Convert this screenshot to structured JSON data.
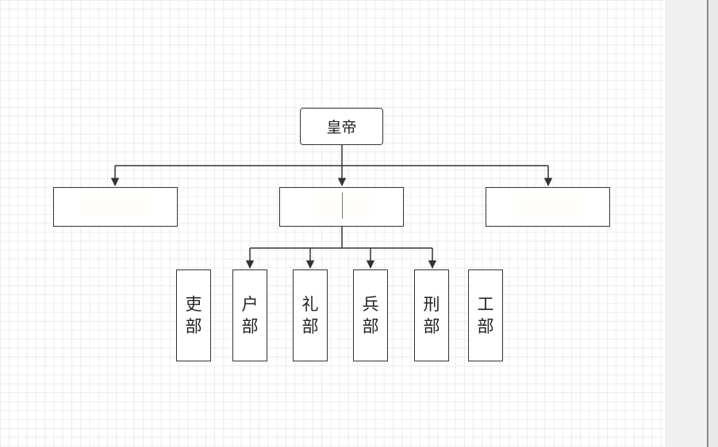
{
  "diagram": {
    "root": {
      "label": "皇帝"
    },
    "middle": [
      {
        "label": ""
      },
      {
        "label": ""
      },
      {
        "label": ""
      }
    ],
    "ministries": [
      {
        "chars": [
          "吏",
          "部"
        ]
      },
      {
        "chars": [
          "户",
          "部"
        ]
      },
      {
        "chars": [
          "礼",
          "部"
        ]
      },
      {
        "chars": [
          "兵",
          "部"
        ]
      },
      {
        "chars": [
          "刑",
          "部"
        ]
      },
      {
        "chars": [
          "工",
          "部"
        ]
      }
    ]
  },
  "colors": {
    "line": "#333333",
    "grid": "#ececec",
    "panel": "#f0f0f0"
  }
}
